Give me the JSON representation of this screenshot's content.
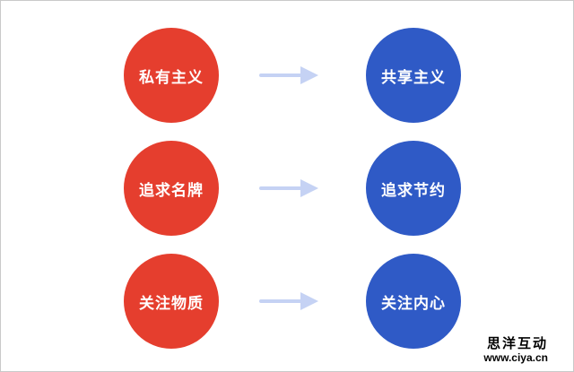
{
  "page": {
    "background": "#ffffff",
    "border_color": "#c9c9c9"
  },
  "colors": {
    "source_circle": "#e53e2e",
    "target_circle": "#2f5ac6",
    "arrow": "#c5d2f4",
    "circle_text": "#ffffff",
    "watermark_text": "#000000"
  },
  "diagram": {
    "rows": [
      {
        "from": "私有主义",
        "to": "共享主义"
      },
      {
        "from": "追求名牌",
        "to": "追求节约"
      },
      {
        "from": "关注物质",
        "to": "关注内心"
      }
    ]
  },
  "watermark": {
    "line1": "思洋互动",
    "line2": "www.ciya.cn"
  }
}
